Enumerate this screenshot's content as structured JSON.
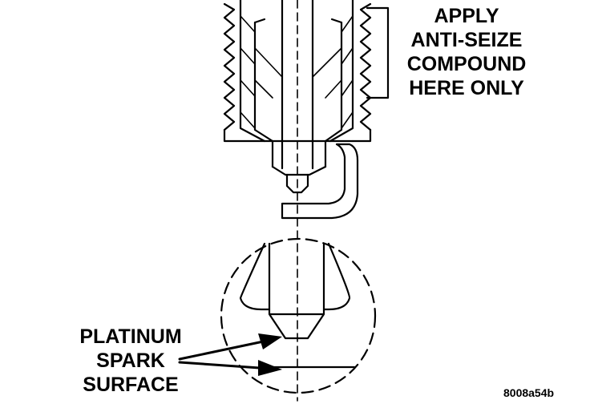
{
  "figure": {
    "callout_top": [
      "APPLY",
      "ANTI-SEIZE",
      "COMPOUND",
      "HERE ONLY"
    ],
    "callout_bottom": [
      "PLATINUM",
      "SPARK",
      "SURFACE"
    ],
    "figure_code": "8008a54b"
  },
  "colors": {
    "ink": "#000000",
    "paper": "#ffffff"
  }
}
